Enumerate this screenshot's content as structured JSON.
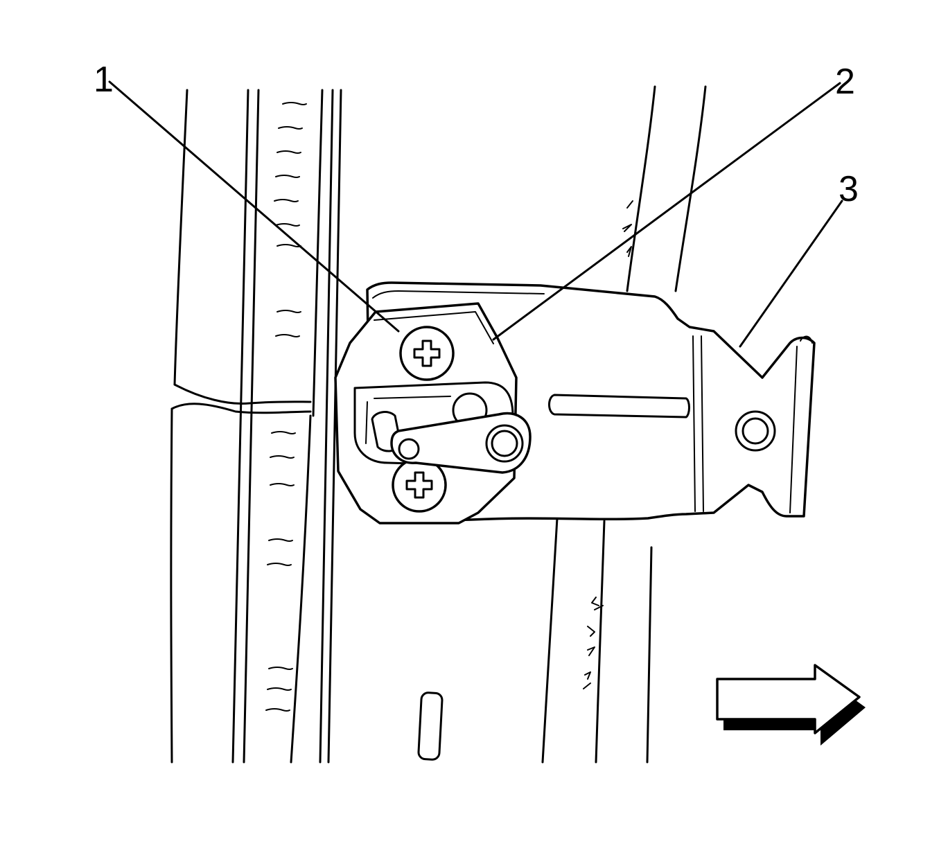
{
  "callouts": [
    {
      "id": "1",
      "label": "1",
      "target": "upper-screw"
    },
    {
      "id": "2",
      "label": "2",
      "target": "striker-plate"
    },
    {
      "id": "3",
      "label": "3",
      "target": "check-link-bracket"
    }
  ],
  "icons": {
    "direction_arrow": "right-arrow-icon",
    "upper_screw": "phillips-screw-icon",
    "lower_screw": "phillips-screw-icon"
  },
  "colors": {
    "line": "#000000",
    "background": "#ffffff"
  }
}
